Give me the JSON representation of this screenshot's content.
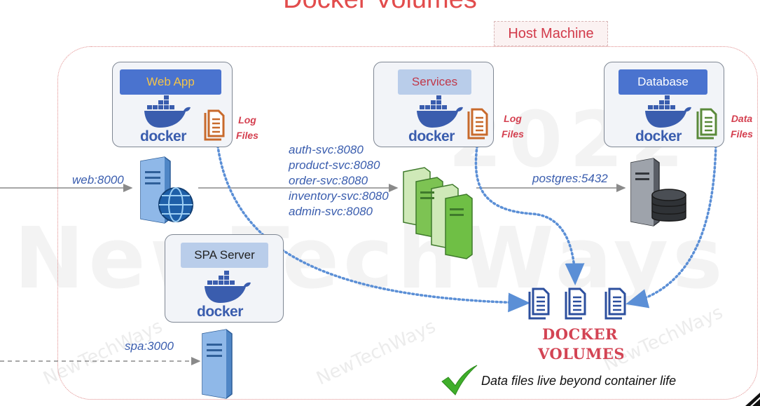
{
  "title": "Docker Volumes",
  "watermark": {
    "main": "NewTechWays",
    "year": "2022",
    "small": "NewTechWays"
  },
  "host_label": "Host Machine",
  "containers": {
    "web": {
      "name": "Web App",
      "brand": "docker",
      "file_label_1": "Log",
      "file_label_2": "Files"
    },
    "services": {
      "name": "Services",
      "brand": "docker",
      "file_label_1": "Log",
      "file_label_2": "Files"
    },
    "database": {
      "name": "Database",
      "brand": "docker",
      "file_label_1": "Data",
      "file_label_2": "Files"
    },
    "spa": {
      "name": "SPA Server",
      "brand": "docker"
    }
  },
  "endpoints": {
    "web": "web:8000",
    "services": [
      "auth-svc:8080",
      "product-svc:8080",
      "order-svc:8080",
      "inventory-svc:8080",
      "admin-svc:8080"
    ],
    "database": "postgres:5432",
    "spa": "spa:3000"
  },
  "volumes_label": {
    "line1": "DOCKER",
    "line2": "VOLUMES"
  },
  "note": "Data files live beyond container life",
  "colors": {
    "title": "#e24c4c",
    "docker_blue": "#3a5dae",
    "volume_red": "#d34454",
    "log_file_orange": "#c86a2c",
    "data_file_green": "#5a8a3a",
    "dotted_arrow": "#5b8fd6",
    "check_green": "#3fae2a"
  },
  "icons": [
    "docker-whale-icon",
    "log-file-icon",
    "data-file-icon",
    "web-server-icon",
    "server-cluster-icon",
    "database-server-icon",
    "server-icon",
    "volume-file-icon",
    "checkmark-icon"
  ]
}
